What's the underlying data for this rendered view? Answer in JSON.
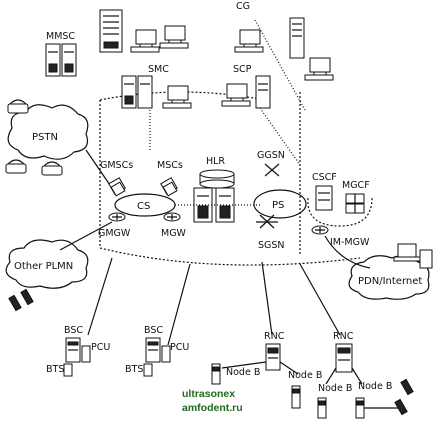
{
  "labels": {
    "cg": "CG",
    "mmsc": "MMSC",
    "smc": "SMC",
    "scp": "SCP",
    "pstn": "PSTN",
    "gmscs": "GMSCs",
    "mscs": "MSCs",
    "hlr": "HLR",
    "ggsn": "GGSN",
    "cscf": "CSCF",
    "mgcf": "MGCF",
    "cs": "CS",
    "ps": "PS",
    "gmgw": "GMGW",
    "mgw": "MGW",
    "sgsn": "SGSN",
    "im_mgw": "IM-MGW",
    "other_plmn": "Other PLMN",
    "pdn_internet": "PDN/Internet",
    "bsc_1": "BSC",
    "pcu_1": "PCU",
    "bts_1": "BTS",
    "bsc_2": "BSC",
    "pcu_2": "PCU",
    "bts_2": "BTS",
    "rnc_1": "RNC",
    "rnc_2": "RNC",
    "node_b_1": "Node B",
    "node_b_2": "Node B",
    "node_b_3": "Node B",
    "node_b_4": "Node B"
  },
  "watermark": {
    "line1": "ultrasonex",
    "line2": "amfodent.ru",
    "color": "#1d6b1d"
  },
  "icons": [
    "server-rack-icon",
    "workstation-icon",
    "telephone-icon",
    "mobile-phone-icon",
    "switch-x-icon",
    "router-icon",
    "database-cylinder-icon",
    "antenna-tower-icon"
  ]
}
